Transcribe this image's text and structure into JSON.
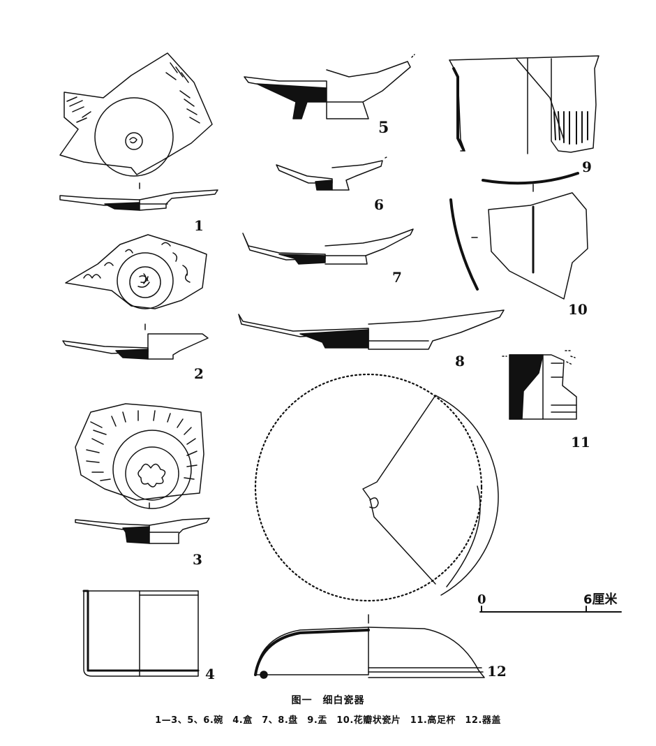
{
  "figure": {
    "labels": {
      "n1": "1",
      "n2": "2",
      "n3": "3",
      "n4": "4",
      "n5": "5",
      "n6": "6",
      "n7": "7",
      "n8": "8",
      "n9": "9",
      "n10": "10",
      "n11": "11",
      "n12": "12"
    },
    "scale": {
      "zero": "0",
      "max": "6厘米"
    },
    "caption": {
      "title": "图一　细白瓷器",
      "description": "1—3、5、6.碗　4.盒　7、8.盘　9.盂　10.花瓣状瓷片　11.高足杯　12.器盖"
    }
  }
}
